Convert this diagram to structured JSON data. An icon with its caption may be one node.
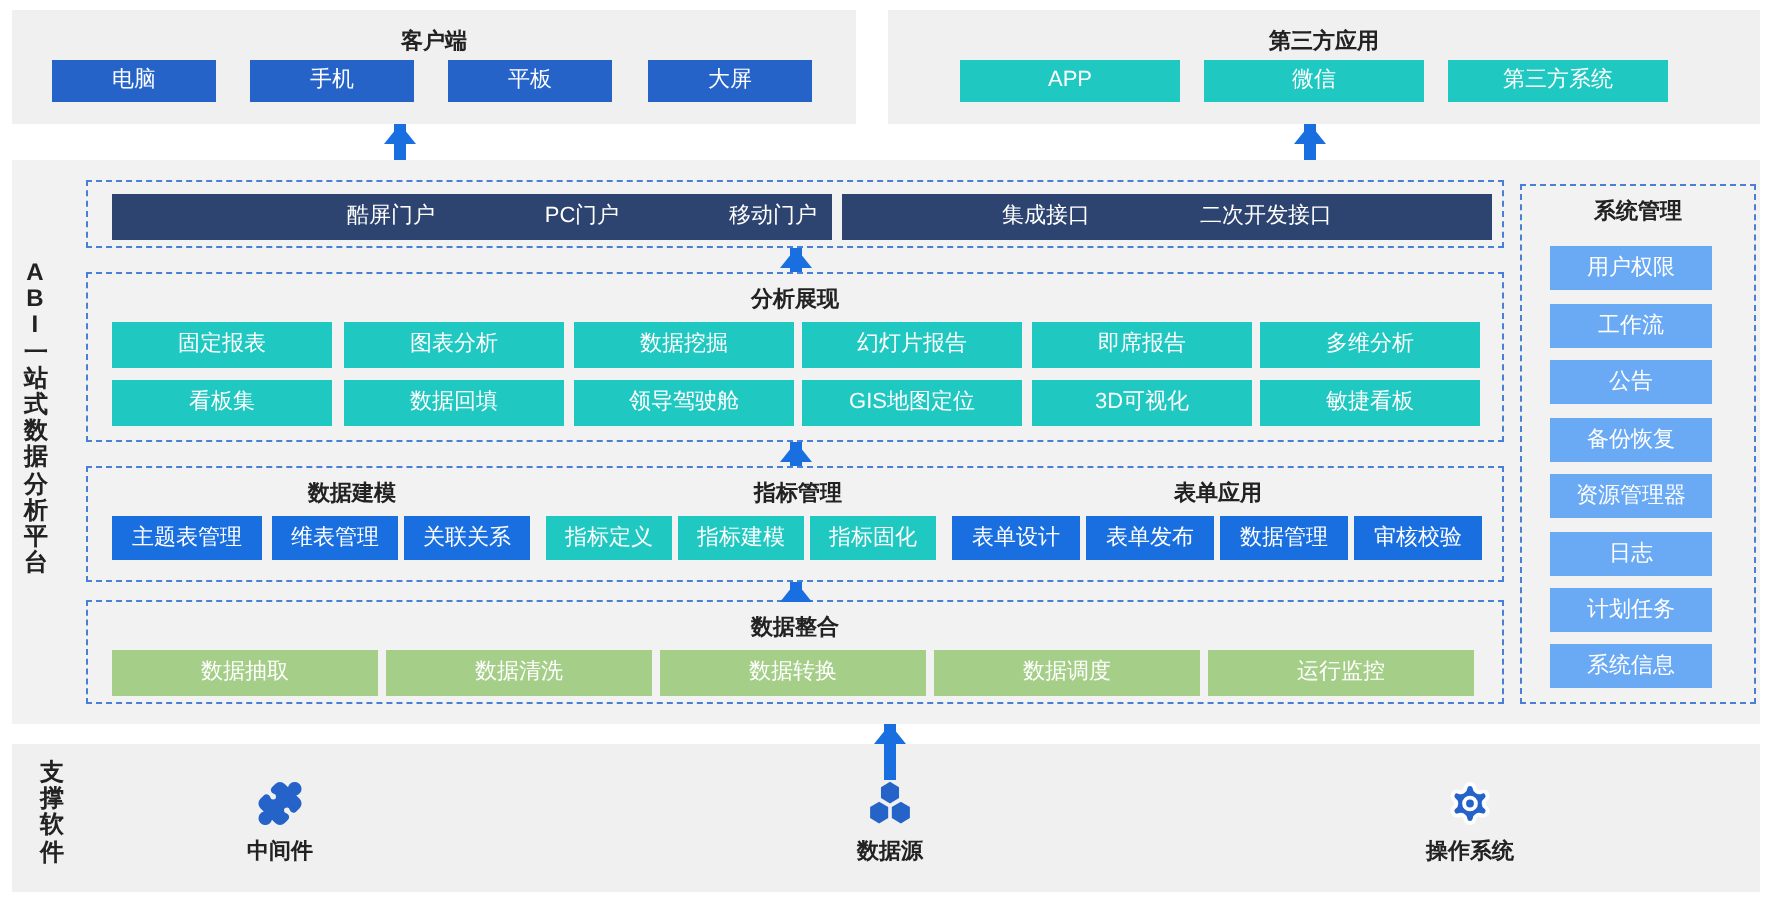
{
  "diagram": {
    "nodes": [
      {
        "text": [
          "客户端"
        ]
      },
      {
        "text": [
          "电脑"
        ],
        "in": 0
      },
      {
        "text": [
          "手机"
        ],
        "in": 0
      },
      {
        "text": [
          "平板"
        ],
        "in": 0
      },
      {
        "text": [
          "大屏"
        ],
        "in": 0
      },
      {
        "text": [
          "第三方应用"
        ]
      },
      {
        "text": [
          "APP"
        ],
        "in": 5
      },
      {
        "text": [
          "微信"
        ],
        "in": 5
      },
      {
        "text": [
          "第三方系统"
        ],
        "in": 5
      },
      {
        "text": [
          "ABI一站式数据分析平台"
        ]
      },
      {
        "text": [],
        "shape": "box",
        "in": 9
      },
      {
        "text": [
          "酷屏门户",
          "PC门户",
          "移动门户"
        ],
        "in": 10
      },
      {
        "text": [
          "集成接口",
          "二次开发接口"
        ],
        "in": 10
      },
      {
        "text": [
          "分析展现"
        ],
        "in": 9
      },
      {
        "text": [
          "固定报表"
        ],
        "in": 13
      },
      {
        "text": [
          "图表分析"
        ],
        "in": 13
      },
      {
        "text": [
          "数据挖掘"
        ],
        "in": 13
      },
      {
        "text": [
          "幻灯片报告"
        ],
        "in": 13
      },
      {
        "text": [
          "即席报告"
        ],
        "in": 13
      },
      {
        "text": [
          "多维分析"
        ],
        "in": 13
      },
      {
        "text": [
          "看板集"
        ],
        "in": 13
      },
      {
        "text": [
          "数据回填"
        ],
        "in": 13
      },
      {
        "text": [
          "领导驾驶舱"
        ],
        "in": 13
      },
      {
        "text": [
          "GIS地图定位"
        ],
        "in": 13
      },
      {
        "text": [
          "3D可视化"
        ],
        "in": 13
      },
      {
        "text": [
          "敏捷看板"
        ],
        "in": 13
      },
      {
        "text": [
          "数据建模",
          "指标管理",
          "表单应用"
        ],
        "in": 9
      },
      {
        "text": [
          "主题表管理"
        ],
        "in": 26
      },
      {
        "text": [
          "维表管理"
        ],
        "in": 26
      },
      {
        "text": [
          "关联关系"
        ],
        "in": 26
      },
      {
        "text": [
          "指标定义"
        ],
        "in": 26
      },
      {
        "text": [
          "指标建模"
        ],
        "in": 26
      },
      {
        "text": [
          "指标固化"
        ],
        "in": 26
      },
      {
        "text": [
          "表单设计"
        ],
        "in": 26
      },
      {
        "text": [
          "表单发布"
        ],
        "in": 26
      },
      {
        "text": [
          "数据管理"
        ],
        "in": 26
      },
      {
        "text": [
          "审核校验"
        ],
        "in": 26
      },
      {
        "text": [
          "数据整合"
        ],
        "in": 9
      },
      {
        "text": [
          "数据抽取"
        ],
        "in": 37
      },
      {
        "text": [
          "数据清洗"
        ],
        "in": 37
      },
      {
        "text": [
          "数据转换"
        ],
        "in": 37
      },
      {
        "text": [
          "数据调度"
        ],
        "in": 37
      },
      {
        "text": [
          "运行监控"
        ],
        "in": 37
      },
      {
        "text": [
          "系统管理"
        ],
        "in": 9
      },
      {
        "text": [
          "用户权限"
        ],
        "in": 43
      },
      {
        "text": [
          "工作流"
        ],
        "in": 43
      },
      {
        "text": [
          "公告"
        ],
        "in": 43
      },
      {
        "text": [
          "备份恢复"
        ],
        "in": 43
      },
      {
        "text": [
          "资源管理器"
        ],
        "in": 43
      },
      {
        "text": [
          "日志"
        ],
        "in": 43
      },
      {
        "text": [
          "计划任务"
        ],
        "in": 43
      },
      {
        "text": [
          "系统信息"
        ],
        "in": 43
      },
      {
        "text": [
          "支撑软件"
        ]
      },
      {
        "text": [
          "中间件"
        ],
        "in": 52
      },
      {
        "text": [
          "数据源"
        ],
        "in": 52
      },
      {
        "text": [
          "操作系统"
        ],
        "in": 52
      }
    ],
    "edges": [
      {
        "from": 9,
        "to": 0,
        "arrow": "to"
      },
      {
        "from": 9,
        "to": 5,
        "arrow": "to"
      },
      {
        "from": 13,
        "to": 10,
        "arrow": "to"
      },
      {
        "from": 26,
        "to": 13,
        "arrow": "to"
      },
      {
        "from": 37,
        "to": 26,
        "arrow": "to"
      },
      {
        "from": 54,
        "to": 9,
        "arrow": "to"
      }
    ]
  }
}
